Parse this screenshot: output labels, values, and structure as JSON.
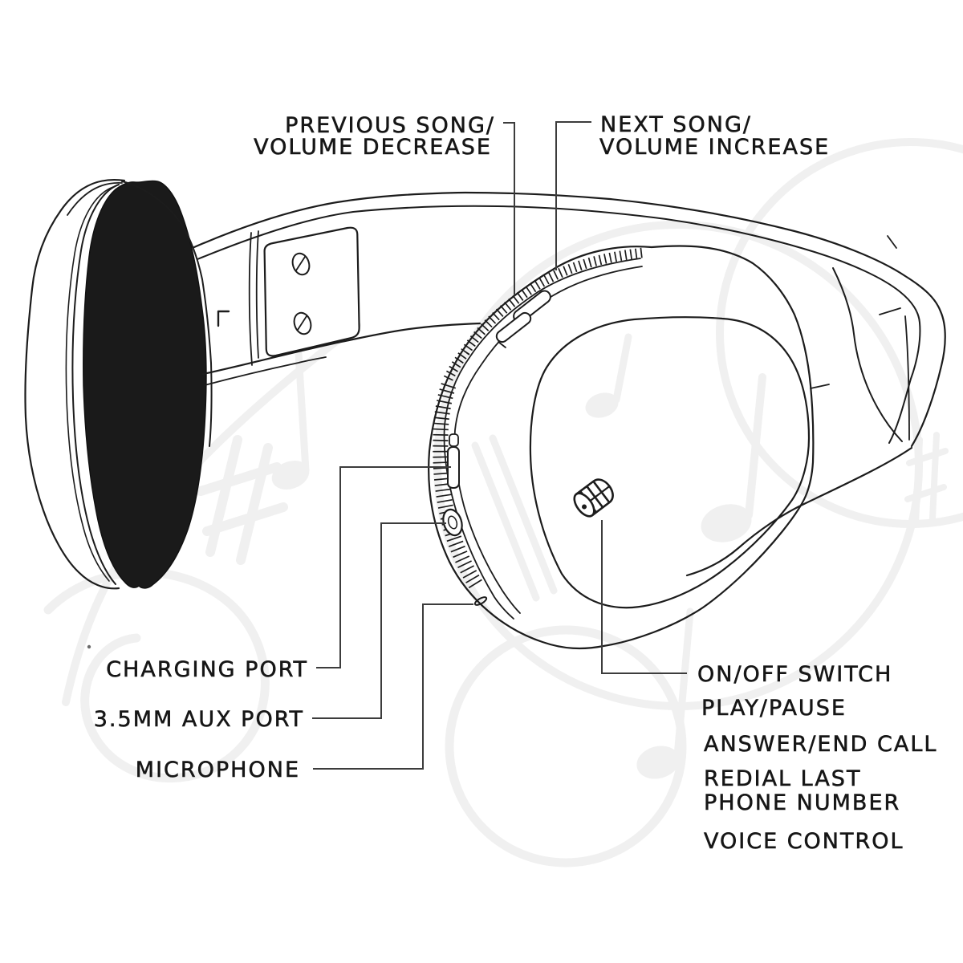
{
  "diagram": {
    "subject": "wireless over-ear bluetooth headphones feature diagram",
    "style": "black line art on white with faint music-note watermark",
    "colors": {
      "background": "#ffffff",
      "line_art": "#1c1c1c",
      "leader_line": "#3c3c3c",
      "text": "#161616",
      "watermark": "#f0f0f0",
      "cushion_fill": "#1a1a1a"
    },
    "callouts": {
      "previous_song": {
        "line1": "PREVIOUS SONG/",
        "line2": "VOLUME DECREASE"
      },
      "next_song": {
        "line1": "NEXT SONG/",
        "line2": "VOLUME INCREASE"
      },
      "charging_port": {
        "text": "CHARGING PORT"
      },
      "aux_port": {
        "text": "3.5MM AUX PORT"
      },
      "microphone": {
        "text": "MICROPHONE"
      },
      "multifunction_button": {
        "line1": "ON/OFF SWITCH",
        "line2": "PLAY/PAUSE",
        "line3": "ANSWER/END CALL",
        "line4": "REDIAL LAST",
        "line5": "PHONE NUMBER",
        "line6": "VOICE CONTROL"
      }
    }
  }
}
